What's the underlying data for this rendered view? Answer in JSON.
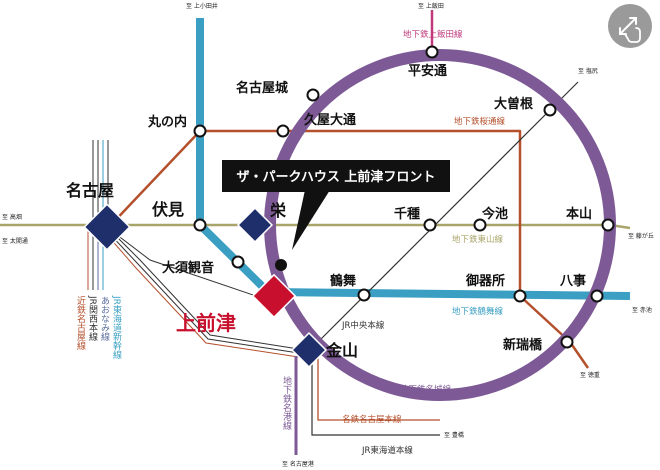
{
  "colors": {
    "meijo_line": "#7d5a96",
    "higashiyama_line": "#a9a46a",
    "tsurumai_line": "#3a9fc3",
    "sakuradori_line": "#b4502c",
    "kamiiida_line": "#c0397b",
    "jr_chuo_line": "#333333",
    "hub_station": "#1f2f6b",
    "target_station": "#c8102e",
    "meitetsu": "#b4502c"
  },
  "icons": {
    "expand_icon": "expand-hand-icon"
  },
  "callout": {
    "label": "ザ・パークハウス 上前津フロント"
  },
  "stations": {
    "nagoya": "名古屋",
    "fushimi": "伏見",
    "sakae": "栄",
    "kanayama": "金山",
    "kamimaezu": "上前津",
    "marunouchi": "丸の内",
    "nagoyajo": "名古屋城",
    "hisaya_odori": "久屋大通",
    "heian_dori": "平安通",
    "ozone": "大曽根",
    "sengen": "千種",
    "imaike": "今池",
    "motoyama": "本山",
    "osu_kannon": "大須観音",
    "tsurumai": "鶴舞",
    "gokiso": "御器所",
    "yagoto": "八事",
    "aratamabashi": "新瑞橋"
  },
  "lines": {
    "kamiiida": "地下鉄上飯田線",
    "sakuradori": "地下鉄桜通線",
    "higashiyama": "地下鉄東山線",
    "tsurumai": "地下鉄鶴舞線",
    "meijo": "地下鉄名城線",
    "jr_chuo": "JR中央本線",
    "meitetsu_nagoya": "名鉄名古屋本線",
    "jr_tokaido": "JR東海道本線",
    "meiko": "地下鉄名港線",
    "kintetsu_nagoya": "近鉄名古屋線",
    "jr_kansai": "JR関西本線",
    "aonami": "あおなみ線",
    "jr_tokaido_shinkansen": "JR東海道新幹線"
  },
  "terminals": {
    "kamiotai": "至 上小田井",
    "kamiiida": "至 上飯田",
    "shiojiri": "至 塩尻",
    "takabata": "至 高畑",
    "taikodori": "至 太閤通",
    "fujigaoka": "至 藤が丘",
    "akaike": "至 赤池",
    "tokushige": "至 徳重",
    "toyohashi": "至 豊橋",
    "nagoyako": "至 名古屋港"
  }
}
